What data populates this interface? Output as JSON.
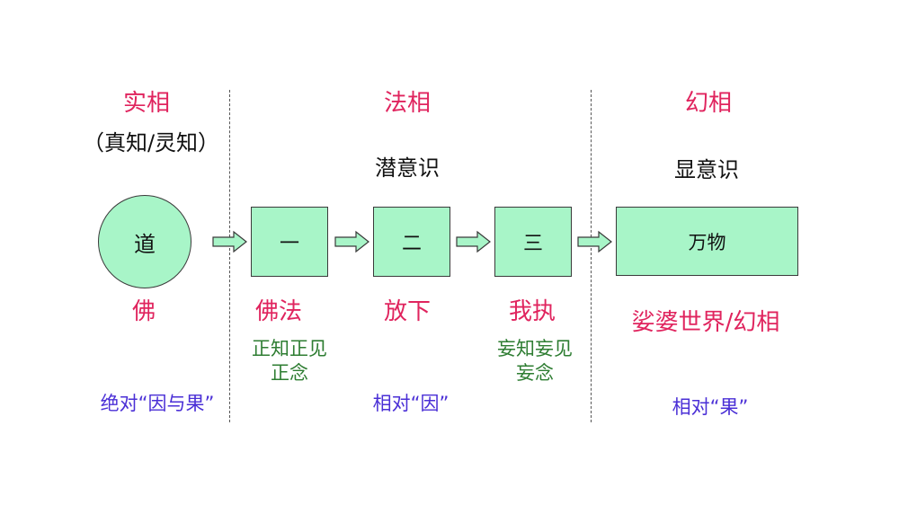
{
  "sections": {
    "real": {
      "title": "实相",
      "subtitle": "（真知/灵知）",
      "node": "道",
      "below": "佛",
      "footer": "绝对“因与果”"
    },
    "dharma": {
      "title": "法相",
      "subtitle": "潜意识",
      "nodes": [
        "一",
        "二",
        "三"
      ],
      "labels": [
        "佛法",
        "放下",
        "我执"
      ],
      "notes": {
        "left": [
          "正知正见",
          "正念"
        ],
        "right": [
          "妄知妄见",
          "妄念"
        ]
      },
      "footer": "相对“因”"
    },
    "illusion": {
      "title": "幻相",
      "subtitle": "显意识",
      "node": "万物",
      "below": "娑婆世界/幻相",
      "footer": "相对“果”"
    }
  },
  "colors": {
    "title": "#e0245e",
    "subtitle": "#111111",
    "note": "#2e7d32",
    "footer": "#4a2fd6",
    "box_fill": "#a8f5c8",
    "box_border": "#3a3a3a"
  }
}
